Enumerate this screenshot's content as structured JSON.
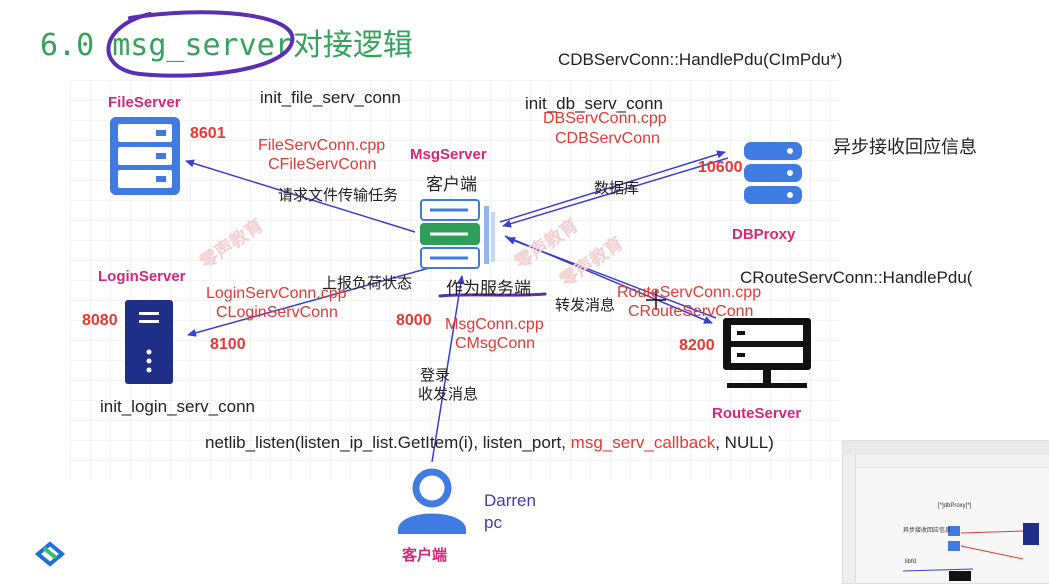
{
  "title": {
    "prefix": "6.0 ",
    "highlighted": "msg_server",
    "suffix": "对接逻辑"
  },
  "annotations": {
    "top_handle_pdu": "CDBServConn::HandlePdu(CImPdu*)",
    "init_file_serv_conn": "init_file_serv_conn",
    "init_db_serv_conn": "init_db_serv_conn",
    "async_note": "异步接收回应信息",
    "route_handle_pdu": "CRouteServConn::HandlePdu(",
    "init_login_serv_conn": "init_login_serv_conn",
    "netlib_prefix": "netlib_listen(listen_ip_list.GetItem(i), listen_port, ",
    "netlib_callback": "msg_serv_callback",
    "netlib_suffix": ", NULL)"
  },
  "nodes": {
    "file_server": {
      "label": "FileServer",
      "port": "8601",
      "classes": [
        "FileServConn.cpp",
        "CFileServConn"
      ]
    },
    "db_proxy": {
      "label": "DBProxy",
      "port": "10600",
      "classes": [
        "DBServConn.cpp",
        "CDBServConn"
      ]
    },
    "msg_server": {
      "label": "MsgServer",
      "role_client": "客户端",
      "role_server": "作为服务端",
      "port": "8000",
      "classes": [
        "MsgConn.cpp",
        "CMsgConn"
      ]
    },
    "login_server": {
      "label": "LoginServer",
      "port_left": "8080",
      "port_right": "8100",
      "classes": [
        "LoginServConn.cpp",
        "CLoginServConn"
      ]
    },
    "route_server": {
      "label": "RouteServer",
      "port": "8200",
      "classes": [
        "RouteServConn.cpp",
        "CRouteServConn"
      ]
    },
    "client": {
      "label": "客户端",
      "name": "Darren",
      "device": "pc"
    }
  },
  "edge_labels": {
    "file_transfer": "请求文件传输任务",
    "database": "数据库",
    "report_load": "上报负荷状态",
    "forward_msg": "转发消息",
    "login": "登录",
    "send_recv": "收发消息"
  },
  "watermarks": [
    "零声教育",
    "零声教育",
    "零声教育"
  ],
  "thumbnail": {
    "labels": [
      "[*]dbProxy[*]",
      "异步接收回应信息",
      "libfd"
    ]
  },
  "colors": {
    "title_green": "#36a35c",
    "accent_red": "#e53935",
    "node_magenta": "#d8267a",
    "icon_blue": "#3f7be0",
    "icon_navy": "#1f2e86",
    "edge_blue": "#3a3fd0",
    "pen_purple": "#5b2fb3"
  }
}
